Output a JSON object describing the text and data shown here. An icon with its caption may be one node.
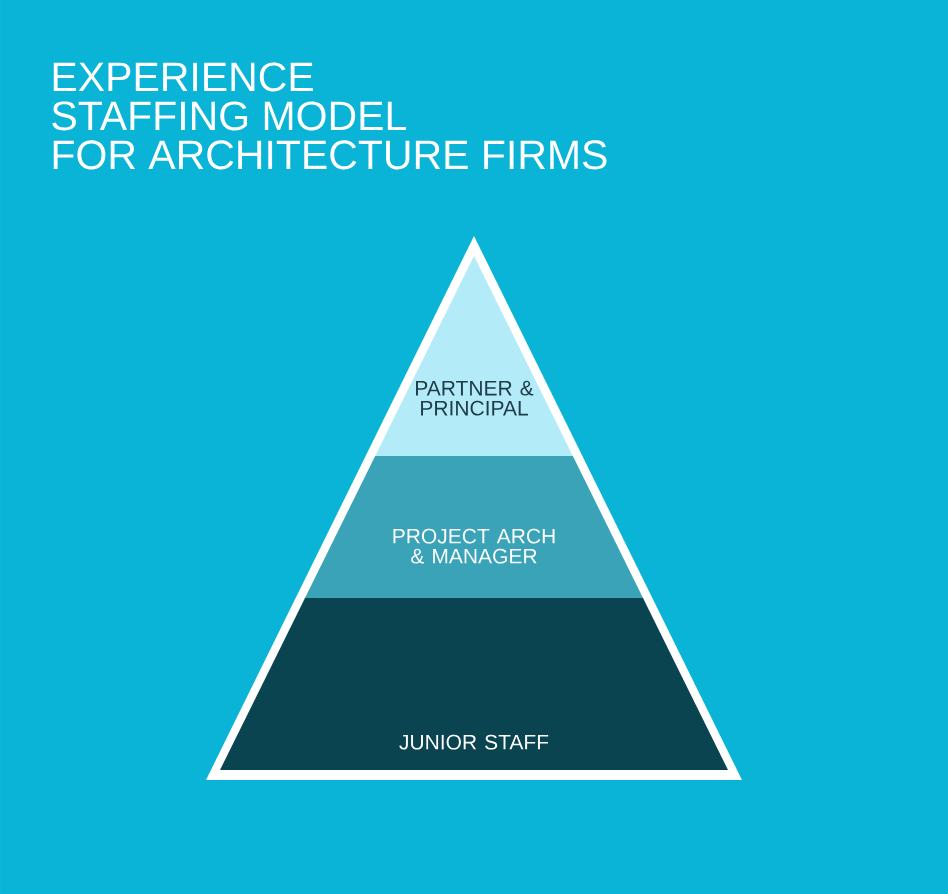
{
  "diagram": {
    "title": "EXPERIENCE STAFFING MODEL FOR ARCHITECTURE FIRMS",
    "nodes": [
      {
        "text": [
          "PARTNER & PRINCIPAL"
        ]
      },
      {
        "text": [
          "PROJECT ARCH & MANAGER"
        ]
      },
      {
        "text": [
          "JUNIOR STAFF"
        ]
      }
    ]
  }
}
